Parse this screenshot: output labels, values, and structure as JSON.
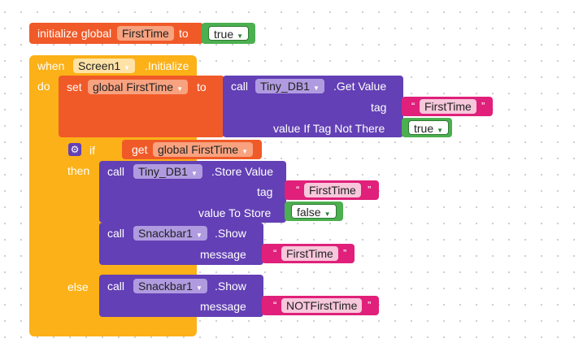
{
  "init_block": {
    "label_initialize": "initialize global",
    "var_name": "FirstTime",
    "label_to": "to",
    "value": "true"
  },
  "event_block": {
    "label_when": "when",
    "component": "Screen1",
    "event": ".Initialize",
    "label_do": "do"
  },
  "set_block": {
    "label_set": "set",
    "var": "global FirstTime",
    "label_to": "to"
  },
  "get_value_call": {
    "label_call": "call",
    "component": "Tiny_DB1",
    "method": ".Get Value",
    "param_tag": "tag",
    "tag_value": "FirstTime",
    "param_default": "value If Tag Not There",
    "default_value": "true"
  },
  "if_block": {
    "label_if": "if",
    "label_then": "then",
    "label_else": "else",
    "get_label": "get",
    "get_var": "global FirstTime"
  },
  "store_value_call": {
    "label_call": "call",
    "component": "Tiny_DB1",
    "method": ".Store Value",
    "param_tag": "tag",
    "tag_value": "FirstTime",
    "param_value": "value To Store",
    "value": "false"
  },
  "snackbar_then_call": {
    "label_call": "call",
    "component": "Snackbar1",
    "method": ".Show",
    "param_message": "message",
    "message": "FirstTime"
  },
  "snackbar_else_call": {
    "label_call": "call",
    "component": "Snackbar1",
    "method": ".Show",
    "param_message": "message",
    "message": "NOTFirstTime"
  },
  "glyphs": {
    "dropdown": "▼",
    "open_quote": "“",
    "close_quote": "”",
    "gear": "⚙"
  },
  "colors": {
    "variable": "#f05a28",
    "control": "#fbb117",
    "component": "#6340b5",
    "logic": "#4caf50",
    "text": "#e0207a"
  }
}
